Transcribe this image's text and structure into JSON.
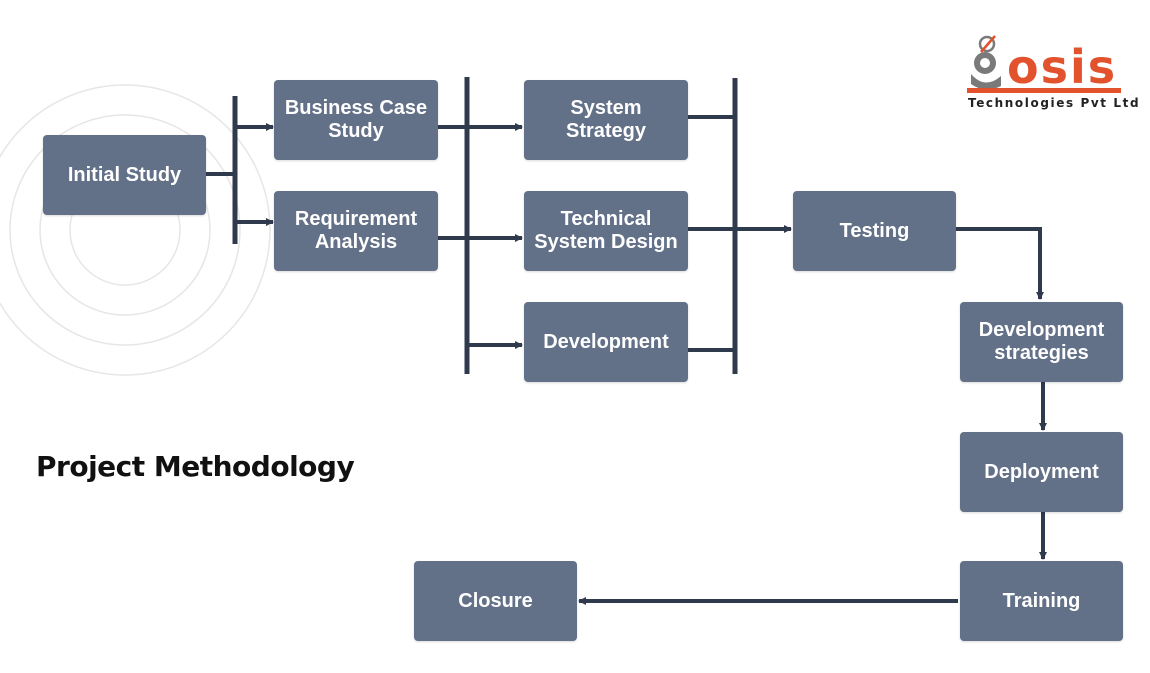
{
  "diagram": {
    "title": "Project Methodology",
    "nodes": {
      "initial_study": "Initial Study",
      "business_case": [
        "Business Case",
        "Study"
      ],
      "requirement": [
        "Requirement",
        "Analysis"
      ],
      "system_strategy": [
        "System",
        "Strategy"
      ],
      "technical_design": [
        "Technical",
        "System Design"
      ],
      "development": "Development",
      "testing": "Testing",
      "dev_strategies": [
        "Development",
        "strategies"
      ],
      "deployment": "Deployment",
      "training": "Training",
      "closure": "Closure"
    }
  },
  "logo": {
    "word": "osis",
    "subtitle": "Technologies Pvt Ltd",
    "colors": {
      "accent": "#e2522c",
      "grey": "#7a7a7a"
    }
  },
  "colors": {
    "node_fill": "#627088",
    "connector": "#2f3a4c",
    "circles": "#e6e6e6"
  }
}
